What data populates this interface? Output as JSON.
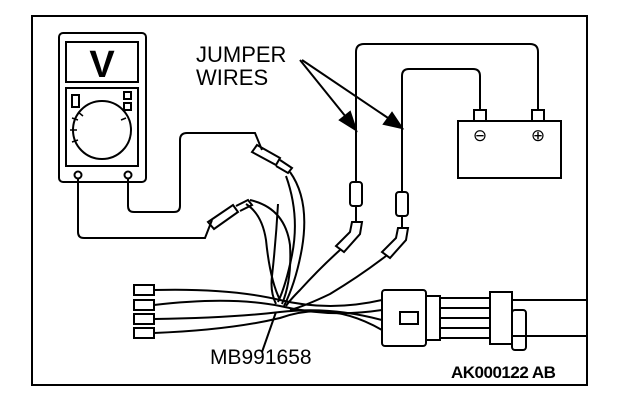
{
  "labels": {
    "jumper_wires_line1": "JUMPER",
    "jumper_wires_line2": "WIRES",
    "tool": "MB991658",
    "figure_code": "AK000122 AB"
  },
  "battery": {
    "negative_symbol": "⊖",
    "positive_symbol": "⊕"
  },
  "meter": {
    "mode_symbol": "V"
  },
  "colors": {
    "line": "#000000",
    "background": "#ffffff"
  }
}
